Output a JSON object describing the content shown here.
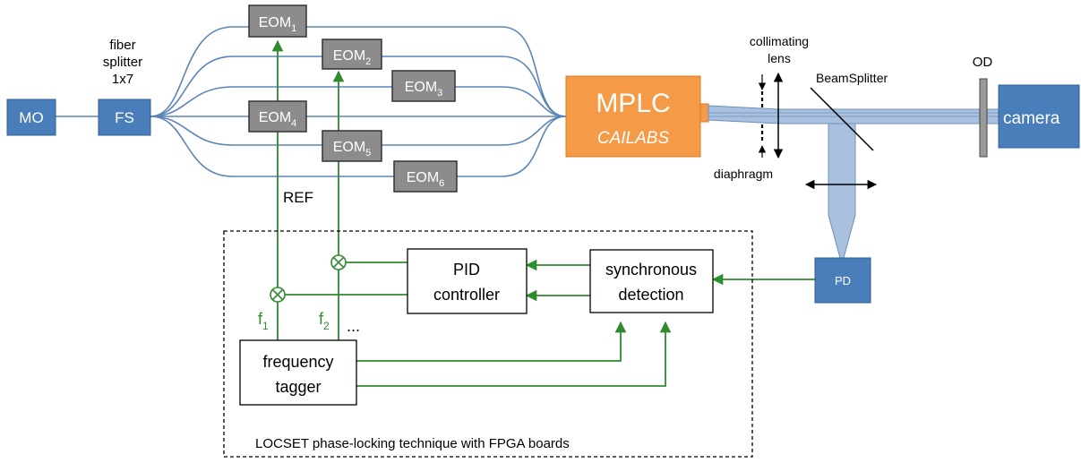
{
  "colors": {
    "blue_box": "#4a7ebb",
    "blue_box_border": "#2f5f95",
    "fiber": "#5b84b8",
    "gray_box": "#8c8c8c",
    "orange": "#f59a47",
    "signal_green": "#2e8b2e",
    "beam_fill": "#a9c1df",
    "beam_edge": "#6d8fbd"
  },
  "source": {
    "mo": "MO",
    "fs": "FS"
  },
  "splitter_label": [
    "fiber",
    "splitter",
    "1x7"
  ],
  "eoms": [
    {
      "base": "EOM",
      "sub": "1"
    },
    {
      "base": "EOM",
      "sub": "2"
    },
    {
      "base": "EOM",
      "sub": "3"
    },
    {
      "base": "EOM",
      "sub": "4"
    },
    {
      "base": "EOM",
      "sub": "5"
    },
    {
      "base": "EOM",
      "sub": "6"
    }
  ],
  "ref": "REF",
  "mplc": {
    "title": "MPLC",
    "subtitle": "CAILABS"
  },
  "optics": {
    "collimating": [
      "collimating",
      "lens"
    ],
    "diaphragm": "diaphragm",
    "beamsplitter": "BeamSplitter",
    "od": "OD",
    "camera": "camera",
    "pd": "PD"
  },
  "electronics": {
    "pid": [
      "PID",
      "controller"
    ],
    "sync": [
      "synchronous",
      "detection"
    ],
    "tagger": [
      "frequency",
      "tagger"
    ],
    "f1": {
      "base": "f",
      "sub": "1"
    },
    "f2": {
      "base": "f",
      "sub": "2"
    },
    "ellipsis": "...",
    "caption": "LOCSET phase-locking technique with FPGA boards"
  }
}
